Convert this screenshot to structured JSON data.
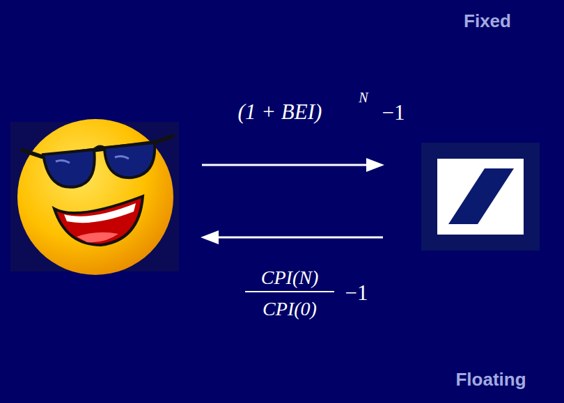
{
  "diagram": {
    "labels": [
      "Fixed",
      "(1 + BEI)",
      "N",
      "−1",
      "CPI(N)",
      "CPI(0)",
      "−1",
      "Floating"
    ]
  }
}
